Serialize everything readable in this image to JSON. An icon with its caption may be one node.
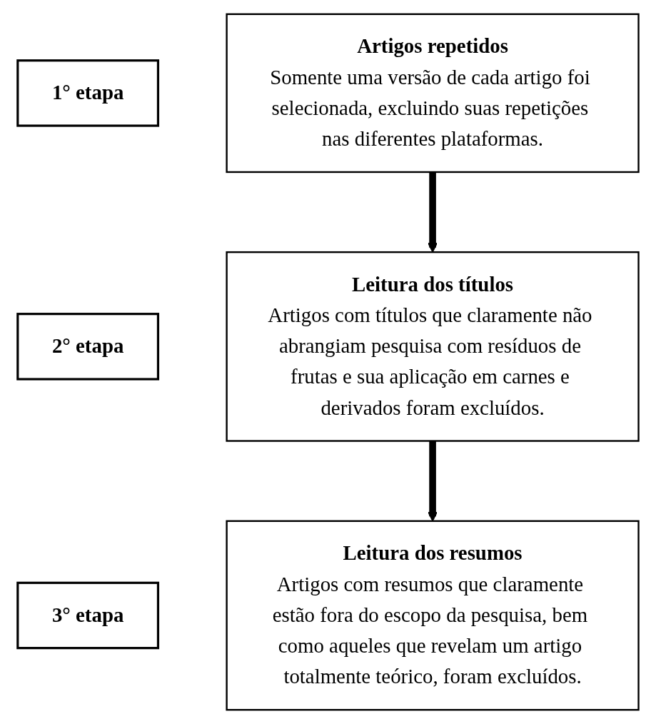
{
  "diagram": {
    "nodes": [
      {
        "text": [
          "1° etapa"
        ]
      },
      {
        "text": [
          "Artigos repetidos",
          "Somente uma versão de cada artigo foi selecionada, excluindo suas repetições nas diferentes plataformas."
        ]
      },
      {
        "text": [
          "2° etapa"
        ]
      },
      {
        "text": [
          "Leitura dos títulos",
          "Artigos com títulos que claramente não abrangiam pesquisa com resíduos de frutas e sua aplicação em carnes e derivados foram excluídos."
        ]
      },
      {
        "text": [
          "3° etapa"
        ]
      },
      {
        "text": [
          "Leitura dos resumos",
          "Artigos com resumos que claramente estão fora do escopo da pesquisa, bem como aqueles que revelam um artigo totalmente teórico, foram excluídos."
        ]
      }
    ],
    "edges": [
      {
        "from": 1,
        "to": 3,
        "arrow": "to"
      },
      {
        "from": 3,
        "to": 5,
        "arrow": "to"
      }
    ]
  }
}
